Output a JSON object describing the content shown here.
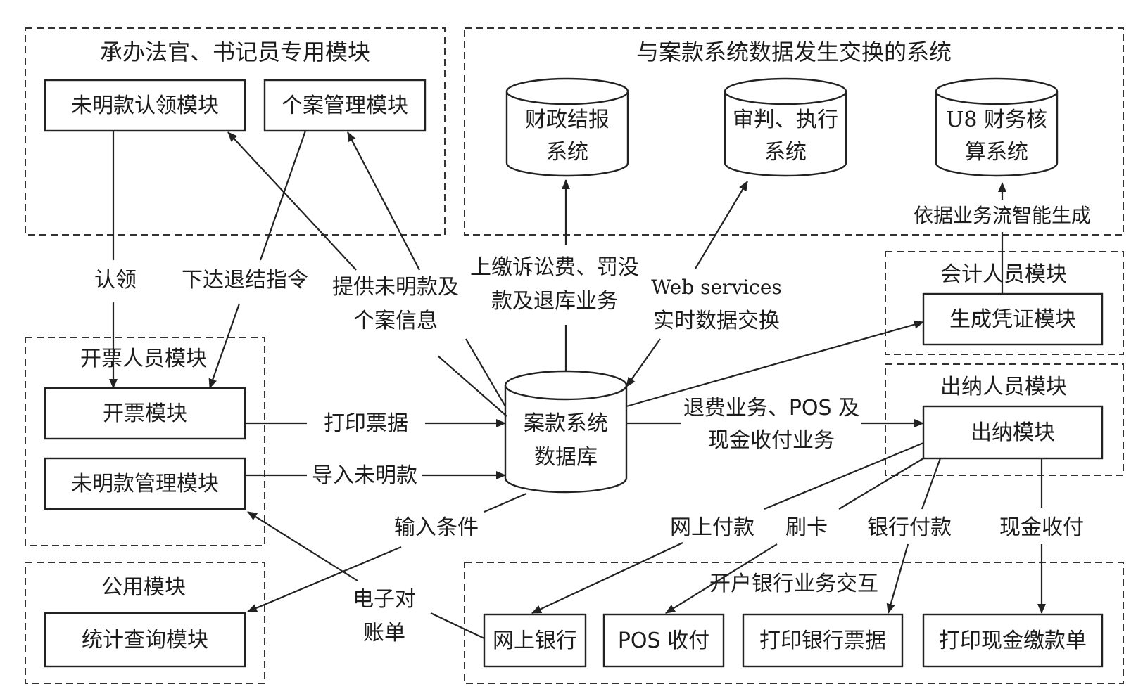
{
  "groups": {
    "judge": "承办法官、书记员专用模块",
    "external": "与案款系统数据发生交换的系统",
    "accounting": "会计人员模块",
    "invoicing": "开票人员模块",
    "cashier": "出纳人员模块",
    "common": "公用模块",
    "bank": "开户银行业务交互"
  },
  "boxes": {
    "unclaimed_claim": "未明款认领模块",
    "case_mgmt": "个案管理模块",
    "voucher": "生成凭证模块",
    "invoice": "开票模块",
    "unclaimed_mgmt": "未明款管理模块",
    "cashier": "出纳模块",
    "stats_query": "统计查询模块",
    "online_bank": "网上银行",
    "pos_pay": "POS 收付",
    "print_bank_bill": "打印银行票据",
    "print_cash_slip": "打印现金缴款单"
  },
  "cylinders": {
    "finance_line1": "财政结报",
    "finance_line2": "系统",
    "trial_line1": "审判、执行",
    "trial_line2": "系统",
    "u8_line1": "U8 财务核",
    "u8_line2": "算系统",
    "db_line1": "案款系统",
    "db_line2": "数据库"
  },
  "labels": {
    "claim": "认领",
    "settle_cmd": "下达退结指令",
    "provide_info_1": "提供未明款及",
    "provide_info_2": "个案信息",
    "fees_1": "上缴诉讼费、罚没",
    "fees_2": "款及退库业务",
    "ws_1": "Web services",
    "ws_2": "实时数据交换",
    "auto_gen": "依据业务流智能生成",
    "print_bill": "打印票据",
    "import_unclaimed": "导入未明款",
    "refund_1": "退费业务、POS 及",
    "refund_2": "现金收付业务",
    "input_cond": "输入条件",
    "ebill_1": "电子对",
    "ebill_2": "账单",
    "online_pay": "网上付款",
    "card": "刷卡",
    "bank_pay": "银行付款",
    "cash_pay": "现金收付"
  },
  "colors": {
    "ink": "#222222",
    "background": "#ffffff"
  }
}
